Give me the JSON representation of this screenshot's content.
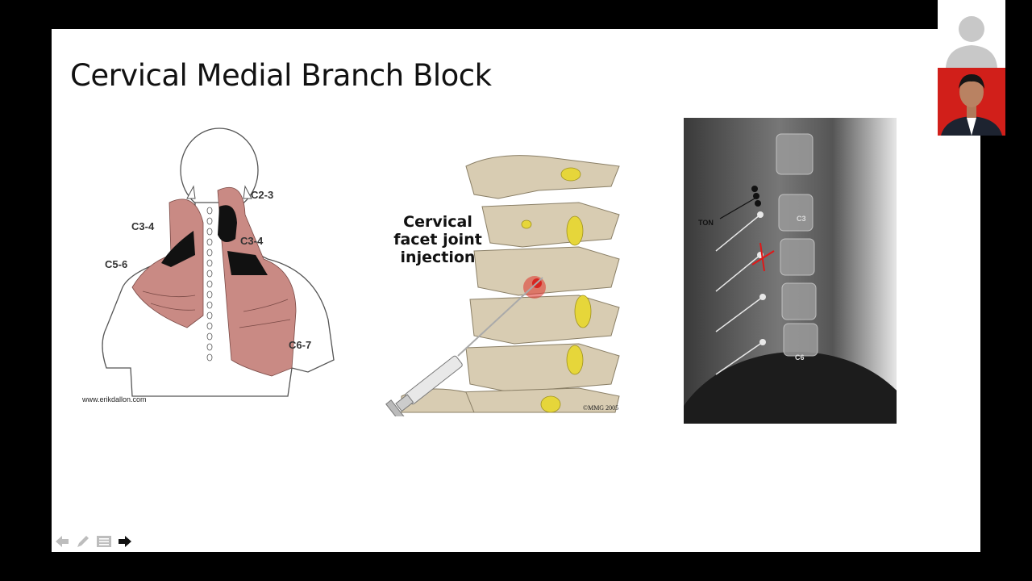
{
  "slide": {
    "title": "Cervical Medial Branch Block",
    "figure1": {
      "labels": [
        "C2-3",
        "C3-4",
        "C3-4",
        "C5-6",
        "C6-7"
      ],
      "credit": "www.erikdallon.com"
    },
    "figure2": {
      "label_lines": [
        "Cervical",
        "facet joint",
        "injection"
      ],
      "credit": "©MMG 2005"
    },
    "figure3": {
      "labels": [
        "TON",
        "C3",
        "C6"
      ]
    }
  },
  "controls": {
    "icons": [
      "back-arrow-icon",
      "pen-icon",
      "menu-icon",
      "forward-arrow-icon"
    ]
  },
  "video": {
    "participants": [
      "blank-participant",
      "presenter"
    ]
  },
  "colors": {
    "pain_region": "#c98a84",
    "dark_region": "#111111",
    "presenter_bg": "#d11f1a",
    "bone": "#d8ccb2",
    "nerve": "#e6d63a"
  }
}
